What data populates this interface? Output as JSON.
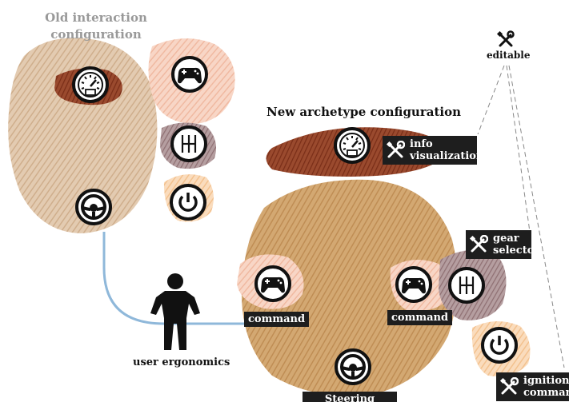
{
  "titles": {
    "old": "Old interaction configuration",
    "new": "New archetype configuration",
    "editable": "editable",
    "user": "user ergonomics"
  },
  "labels": {
    "info": "info visualization",
    "gear": "gear selector",
    "ignition": "ignition command",
    "command_left": "command",
    "command_right": "command",
    "steering": "Steering wheel"
  },
  "icons": {
    "old": [
      "speedometer-icon",
      "gamepad-icon",
      "gear-shift-icon",
      "power-icon",
      "steering-wheel-icon"
    ],
    "new": [
      "speedometer-icon",
      "gamepad-icon",
      "gamepad-icon",
      "gear-shift-icon",
      "power-icon",
      "steering-wheel-icon",
      "wrench-screwdriver-icon",
      "person-icon"
    ]
  },
  "colors": {
    "beige": "#d8b896",
    "tan": "#c99a62",
    "brown": "#8a3a22",
    "peach": "#f5c7b2",
    "mauve": "#a98c8e",
    "light_orange": "#f7d1a8",
    "line_blue": "#8fb8da",
    "dash": "#888888"
  }
}
